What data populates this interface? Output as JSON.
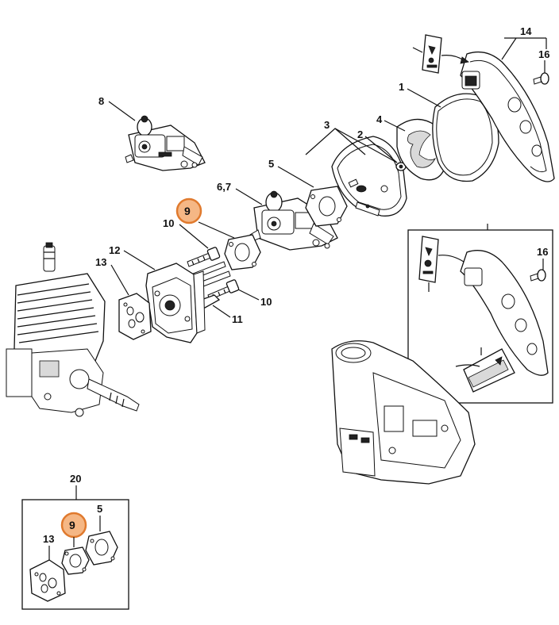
{
  "callouts": {
    "c1": "1",
    "c2": "2",
    "c3": "3",
    "c4": "4",
    "c5": "5",
    "c67": "6,7",
    "c8": "8",
    "c9": "9",
    "c10a": "10",
    "c10b": "10",
    "c11": "11",
    "c12": "12",
    "c13": "13",
    "c14": "14",
    "c16": "16",
    "c16b": "16",
    "c20": "20",
    "kit9": "9",
    "kit5": "5",
    "kit13": "13"
  },
  "colors": {
    "highlight_fill": "#f5b785",
    "highlight_stroke": "#e07a2e",
    "line": "#111111"
  },
  "icons": [
    "carburetor",
    "engine-cylinder",
    "air-filter-housing",
    "filter-element",
    "gasket",
    "screw",
    "manifold",
    "warning-label",
    "cover",
    "fan-housing"
  ]
}
